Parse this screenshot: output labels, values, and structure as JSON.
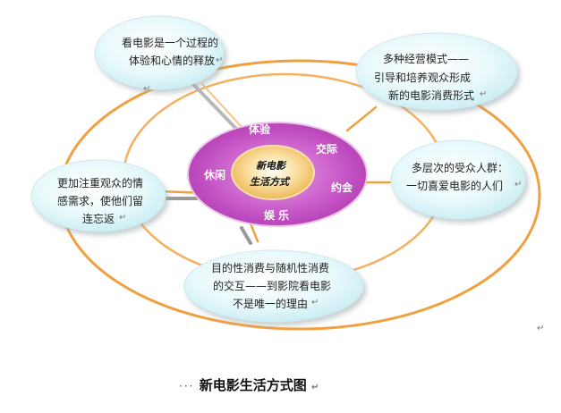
{
  "core": {
    "line1": "新电影",
    "line2": "生活方式"
  },
  "ring_labels": {
    "experience": "体验",
    "social": "交际",
    "leisure": "休闲",
    "dating": "约会",
    "entertainment": "娱乐"
  },
  "bubbles": {
    "top_left": [
      "看电影是一个过程的",
      "体验和心情的释放"
    ],
    "top_right": [
      "多种经营模式——",
      "引导和培养观众形成",
      "新的电影消费形式"
    ],
    "left": [
      "更加注重观众的情",
      "感需求，使他们留",
      "连忘返"
    ],
    "right": [
      "多层次的受众人群：",
      "一切喜爱电影的人们"
    ],
    "bottom": [
      "目的性消费与随机性消费",
      "的交互——到影院看电影",
      "不是唯一的理由"
    ]
  },
  "caption": "新电影生活方式图",
  "colors": {
    "orbit": "#f0a040",
    "ring_fill": "#c050c0",
    "core_fill": "#f6c86a",
    "bubble_fill": "#d8f4f8",
    "connector": "#888888"
  }
}
